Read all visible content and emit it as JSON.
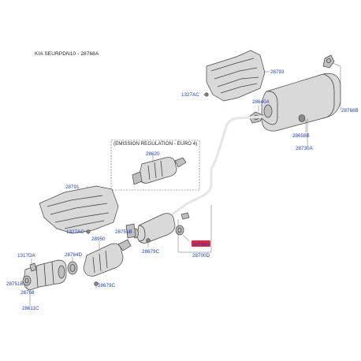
{
  "header": {
    "title": "KIA SEURPDN10 - 28768A"
  },
  "emission_box": {
    "label": "(EMISSION REGULATION - EURO 4)"
  },
  "parts": {
    "p28793": "28793",
    "p1327AC_top": "1327AC",
    "p28640A": "28640A",
    "p28768B": "28768B",
    "p28658B": "28658B",
    "p28730A": "28730A",
    "p28620": "28620",
    "p28791": "28791",
    "p1327AC_mid": "1327AC",
    "p28950": "28950",
    "p28751B_mid": "28751B",
    "p28679C_mid": "28679C",
    "p28768A": "28768A",
    "p28700D": "28700D",
    "p1317DA": "1317DA",
    "p28764D": "28764D",
    "p28751B_left": "28751B",
    "p28768": "28768",
    "p28679C_low": "28679C",
    "p28611C": "28611C"
  },
  "colors": {
    "link": "#1f3fbf",
    "highlight": "#e8273c"
  }
}
